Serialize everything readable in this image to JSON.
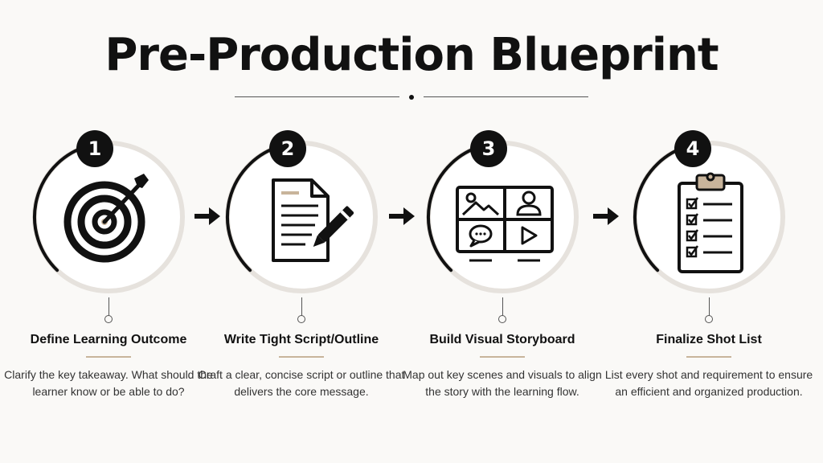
{
  "title": "Pre-Production Blueprint",
  "colors": {
    "accent": "#c8b49b",
    "ring": "#e6e2dd",
    "ink": "#111111"
  },
  "steps": [
    {
      "number": "1",
      "icon": "target-icon",
      "heading": "Define Learning Outcome",
      "description": "Clarify the key takeaway. What should the learner know or be able to do?"
    },
    {
      "number": "2",
      "icon": "script-pencil-icon",
      "heading": "Write Tight Script/Outline",
      "description": "Craft a clear, concise script or outline that delivers the core message."
    },
    {
      "number": "3",
      "icon": "storyboard-icon",
      "heading": "Build Visual Storyboard",
      "description": "Map out key scenes and visuals to align the story with the learning flow."
    },
    {
      "number": "4",
      "icon": "clipboard-checklist-icon",
      "heading": "Finalize Shot List",
      "description": "List every shot and requirement to ensure an efficient and organized production."
    }
  ]
}
